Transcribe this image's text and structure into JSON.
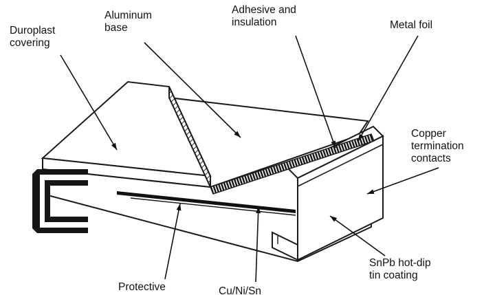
{
  "colors": {
    "line": "#1a1a1a",
    "background": "#ffffff"
  },
  "labels": {
    "duroplast": "Duroplast\ncovering",
    "aluminum": "Aluminum\nbase",
    "adhesive": "Adhesive and\ninsulation",
    "metal_foil": "Metal foil",
    "copper": "Copper\ntermination\ncontacts",
    "snpb": "SnPb hot-dip\ntin coating",
    "protective": "Protective",
    "cu_ni_sn": "Cu/Ni/Sn"
  }
}
